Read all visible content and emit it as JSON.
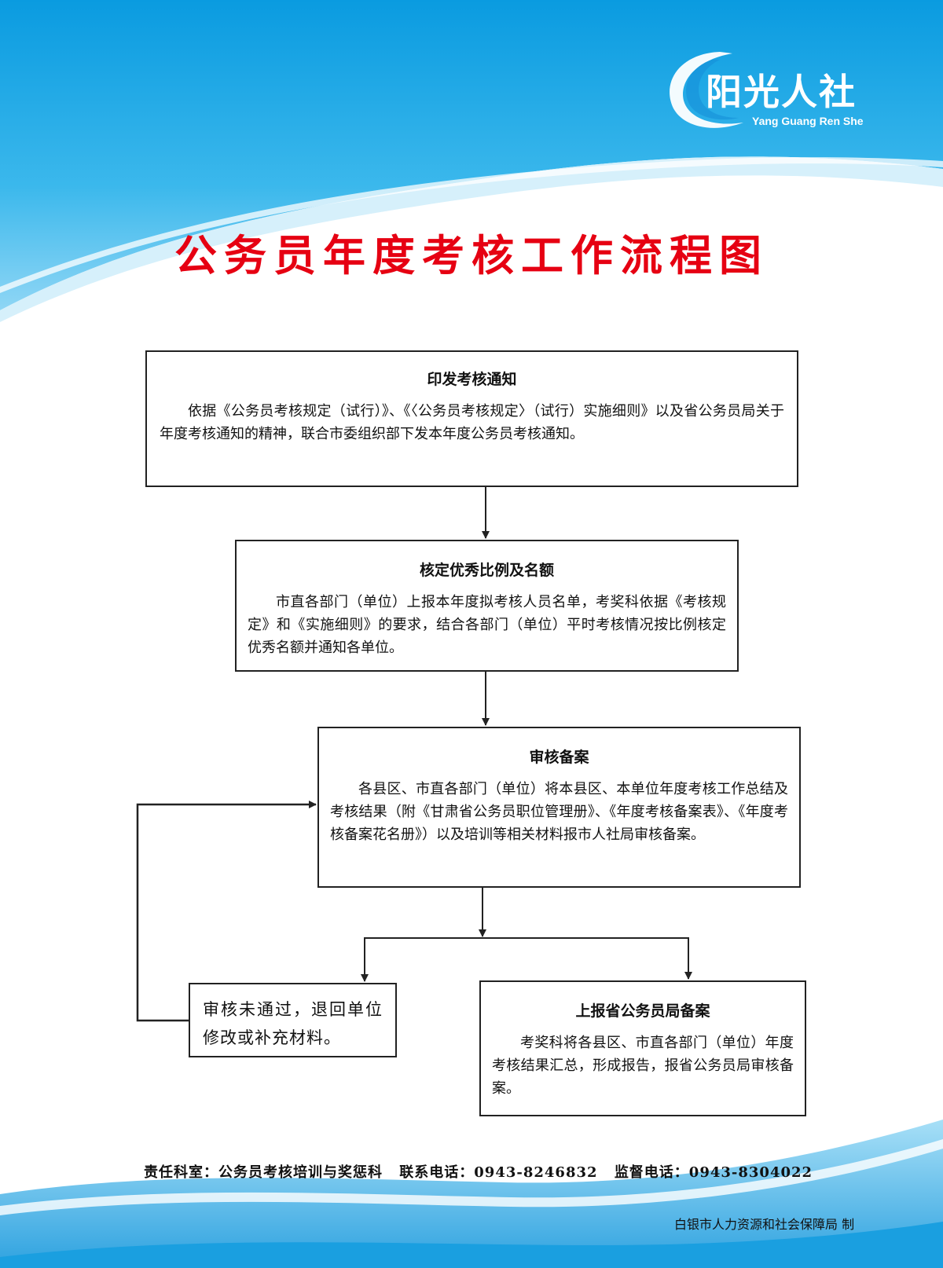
{
  "logo": {
    "name": "阳光人社",
    "subtitle": "Yang Guang Ren She"
  },
  "title": "公务员年度考核工作流程图",
  "steps": [
    {
      "title": "印发考核通知",
      "body": "依据《公务员考核规定（试行）》、《〈公务员考核规定〉（试行）实施细则》以及省公务员局关于年度考核通知的精神，联合市委组织部下发本年度公务员考核通知。"
    },
    {
      "title": "核定优秀比例及名额",
      "body": "市直各部门（单位）上报本年度拟考核人员名单，考奖科依据《考核规定》和《实施细则》的要求，结合各部门（单位）平时考核情况按比例核定优秀名额并通知各单位。"
    },
    {
      "title": "审核备案",
      "body": "各县区、市直各部门（单位）将本县区、本单位年度考核工作总结及考核结果（附《甘肃省公务员职位管理册》、《年度考核备案表》、《年度考核备案花名册》）以及培训等相关材料报市人社局审核备案。"
    },
    {
      "title": "",
      "body": "审核未通过，退回单位修改或补充材料。"
    },
    {
      "title": "上报省公务员局备案",
      "body": "考奖科将各县区、市直各部门（单位）年度考核结果汇总，形成报告，报省公务员局审核备案。"
    }
  ],
  "footer": {
    "department": "责任科室：公务员考核培训与奖惩科",
    "contact": "联系电话：0943-8246832",
    "supervision": "监督电话：0943-8304022"
  },
  "maker": "白银市人力资源和社会保障局 制",
  "colors": {
    "title": "#e60012",
    "sky": "#1ba8e6",
    "line": "#222222"
  }
}
